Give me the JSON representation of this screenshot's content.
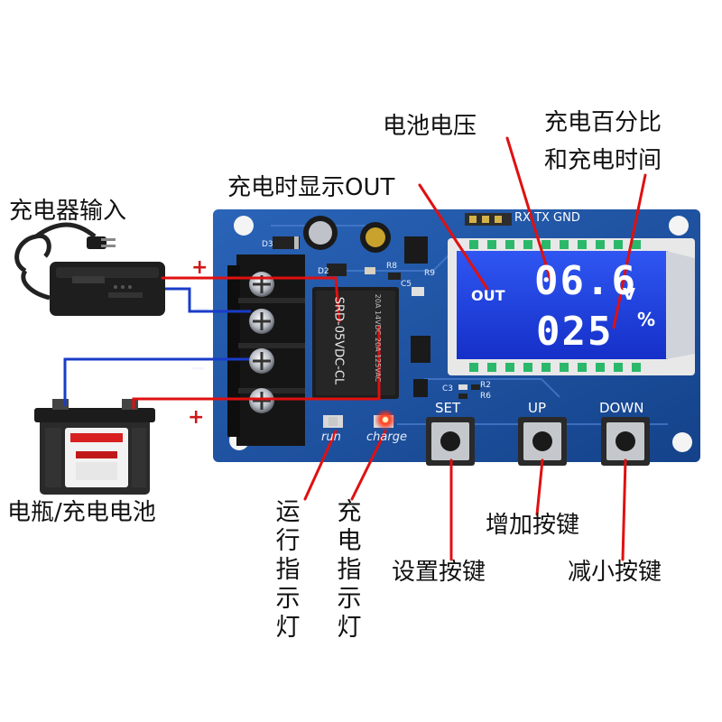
{
  "labels": {
    "battery_voltage": "电池电压",
    "charge_percent_line1": "充电百分比",
    "charge_percent_line2": "和充电时间",
    "charging_shows_out": "充电时显示OUT",
    "charger_input": "充电器输入",
    "battery": "电瓶/充电电池",
    "run_indicator": "运行指示灯",
    "charge_indicator": "充电指示灯",
    "up_key": "增加按键",
    "set_key": "设置按键",
    "down_key": "减小按键"
  },
  "board": {
    "header_label": "RX TX GND",
    "set_button": "SET",
    "up_button": "UP",
    "down_button": "DOWN",
    "run_led_label": "run",
    "charge_led_label": "charge",
    "relay_label": "SRD-05VDC-CL",
    "relay_rating": "20A 14VDC 20A 125VAC",
    "silk": {
      "d3": "D3",
      "d2": "D2",
      "r8": "R8",
      "c5": "C5",
      "r9": "R9",
      "c3": "C3",
      "r2": "R2",
      "r6": "R6"
    }
  },
  "lcd": {
    "out_label": "OUT",
    "voltage": "06.6",
    "voltage_unit": "V",
    "percent": "025",
    "percent_unit": "%"
  },
  "terminal_polarity": [
    "+",
    "−",
    "−",
    "+"
  ],
  "colors": {
    "pcb": "#1f55a8",
    "lcd": "#1a3ce0",
    "leader_red": "#e01010",
    "wire_blue": "#1a3cc8",
    "charge_led": "#ff3020"
  }
}
